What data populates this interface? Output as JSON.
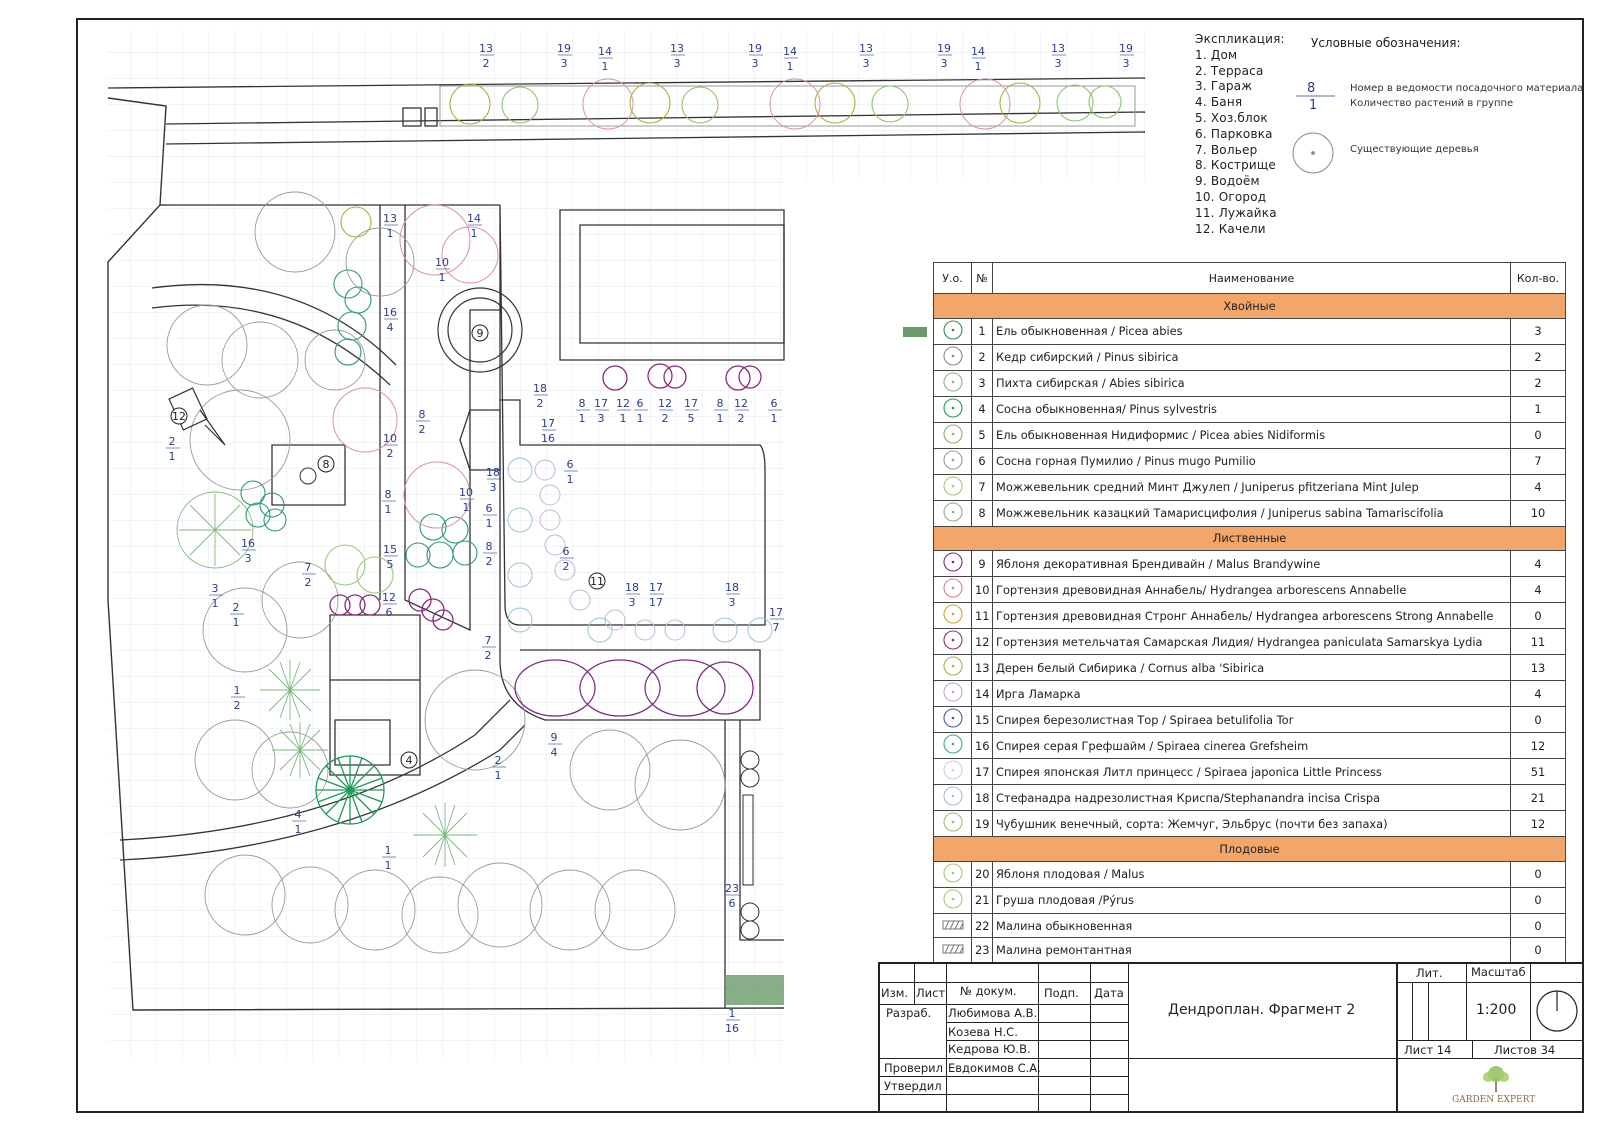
{
  "explication": {
    "title": "Экспликация:",
    "items": [
      "1. Дом",
      "2. Терраса",
      "3. Гараж",
      "4. Баня",
      "5. Хоз.блок",
      "6. Парковка",
      "7. Вольер",
      "8. Кострище",
      "9. Водоём",
      "10. Огород",
      "11. Лужайка",
      "12. Качели"
    ]
  },
  "legend": {
    "title": "Условные обозначения:",
    "sample_top": "8",
    "sample_bottom": "1",
    "label_number": "Номер в ведомости посадочного материала",
    "label_count": "Количество растений в группе",
    "label_existing": "Существующие деревья"
  },
  "table": {
    "headers": [
      "У.о.",
      "№",
      "Наименование",
      "Кол-во."
    ],
    "rows": [
      {
        "section": "Хвойные"
      },
      {
        "num": "1",
        "name": "Ель обыкновенная / Picea abies",
        "qty": "3",
        "icon": "spruce-icon",
        "color": "#2e8b57"
      },
      {
        "num": "2",
        "name": "Кедр сибирский / Pinus sibirica",
        "qty": "2",
        "icon": "cedar-icon",
        "color": "#888888"
      },
      {
        "num": "3",
        "name": "Пихта сибирская / Abies sibirica",
        "qty": "2",
        "icon": "fir-icon",
        "color": "#7fb77e"
      },
      {
        "num": "4",
        "name": "Сосна обыкновенная/ Pinus sylvestris",
        "qty": "1",
        "icon": "pine-icon",
        "color": "#1f9a5a"
      },
      {
        "num": "5",
        "name": "Ель обыкновенная Нидиформис /  Picea abies Nidiformis",
        "qty": "0",
        "icon": "nidiformis-icon",
        "color": "#8fae5a"
      },
      {
        "num": "6",
        "name": "Сосна горная Пумилио / Pinus mugo Pumilio",
        "qty": "7",
        "icon": "mugo-pine-icon",
        "color": "#999999"
      },
      {
        "num": "7",
        "name": "Можжевельник средний Минт Джулеп / Juniperus pfitzeriana Mint Julep",
        "qty": "4",
        "icon": "juniper-icon",
        "color": "#9acb7a"
      },
      {
        "num": "8",
        "name": "Можжевельник казацкий Тамарисцифолия / Juniperus sabina Tamariscifolia",
        "qty": "10",
        "icon": "juniper-sabina-icon",
        "color": "#7fb77e"
      },
      {
        "section": "Лиственные"
      },
      {
        "num": "9",
        "name": "Яблоня декоративная Брендивайн / Malus Brandywine",
        "qty": "4",
        "icon": "apple-deco-icon",
        "color": "#7b2a86"
      },
      {
        "num": "10",
        "name": "Гортензия древовидная Аннабель/ Hydrangea arborescens Annabelle",
        "qty": "4",
        "icon": "hydrangea-icon",
        "color": "#e07a8a"
      },
      {
        "num": "11",
        "name": "Гортензия древовидная Стронг Аннабель/ Hydrangea arborescens Strong Annabelle",
        "qty": "0",
        "icon": "hydrangea-strong-icon",
        "color": "#d4a02a"
      },
      {
        "num": "12",
        "name": "Гортензия метельчатая Самарская Лидия/ Hydrangea paniculata Samarskya Lydia",
        "qty": "11",
        "icon": "hydrangea-paniculata-icon",
        "color": "#8a2a7a"
      },
      {
        "num": "13",
        "name": "Дерен белый Сибирика / Cornus alba 'Sibirica",
        "qty": "13",
        "icon": "cornus-icon",
        "color": "#a7b23a"
      },
      {
        "num": "14",
        "name": "Ирга Ламарка",
        "qty": "4",
        "icon": "amelanchier-icon",
        "color": "#c9a2c9"
      },
      {
        "num": "15",
        "name": "Спирея березолистная Тор / Spiraea betulifolia Tor",
        "qty": "0",
        "icon": "spiraea-tor-icon",
        "color": "#3a5fa8"
      },
      {
        "num": "16",
        "name": "Спирея серая Грефшайм / Spiraea cinerea Grefsheim",
        "qty": "12",
        "icon": "spiraea-grefsheim-icon",
        "color": "#3aa88a"
      },
      {
        "num": "17",
        "name": "Спирея японская Литл принцесс / Spiraea japonica Little Princess",
        "qty": "51",
        "icon": "spiraea-japonica-icon",
        "color": "#d8c8e0"
      },
      {
        "num": "18",
        "name": "Стефанадра надрезолистная Криспа/Stephanandra incisa Crispa",
        "qty": "21",
        "icon": "stephanandra-icon",
        "color": "#9ec3cf"
      },
      {
        "num": "19",
        "name": "Чубушник венечный, сорта: Жемчуг, Эльбрус (почти без запаха)",
        "qty": "12",
        "icon": "philadelphus-icon",
        "color": "#8ec46a"
      },
      {
        "section": "Плодовые"
      },
      {
        "num": "20",
        "name": "Яблоня плодовая / Malus",
        "qty": "0",
        "icon": "apple-icon",
        "color": "#9acb7a"
      },
      {
        "num": "21",
        "name": "Груша плодовая /Pýrus",
        "qty": "0",
        "icon": "pear-icon",
        "color": "#9acb7a"
      },
      {
        "num": "22",
        "name": "Малина обыкновенная",
        "qty": "0",
        "icon": "raspberry-icon",
        "color": "#777777"
      },
      {
        "num": "23",
        "name": "Малина ремонтантная",
        "qty": "0",
        "icon": "raspberry-remontant-icon",
        "color": "#777777"
      }
    ]
  },
  "title_block": {
    "col_izm": "Изм.",
    "col_list": "Лист",
    "col_doc": "№    докум.",
    "col_sign": "Подп.",
    "col_date": "Дата",
    "razrab_label": "Разраб.",
    "proveril_label": "Проверил",
    "utverdil_label": "Утвердил",
    "names": [
      "Любимова А.В.",
      "Козева Н.С.",
      "Кедрова Ю.В.",
      "Евдокимов С.А."
    ],
    "title": "Дендроплан. Фрагмент 2",
    "lit_label": "Лит.",
    "scale_label": "Масштаб",
    "scale": "1:200",
    "sheet": "Лист 14",
    "sheets": "Листов 34",
    "logo_text": "GARDEN EXPERT"
  },
  "plan_labels": [
    {
      "t": "13",
      "b": "2"
    },
    {
      "t": "19",
      "b": "3"
    },
    {
      "t": "14",
      "b": "1"
    },
    {
      "t": "13",
      "b": "3"
    },
    {
      "t": "19",
      "b": "3"
    },
    {
      "t": "14",
      "b": "1"
    },
    {
      "t": "13",
      "b": "3"
    },
    {
      "t": "19",
      "b": "3"
    },
    {
      "t": "14",
      "b": "1"
    },
    {
      "t": "13",
      "b": "3"
    },
    {
      "t": "19",
      "b": "3"
    },
    {
      "t": "13",
      "b": "1"
    },
    {
      "t": "14",
      "b": "1"
    },
    {
      "t": "10",
      "b": "1"
    },
    {
      "t": "16",
      "b": "4"
    },
    {
      "t": "18",
      "b": "2"
    },
    {
      "t": "8",
      "b": "2"
    },
    {
      "t": "10",
      "b": "2"
    },
    {
      "t": "2",
      "b": "1"
    },
    {
      "t": "17",
      "b": "16"
    },
    {
      "t": "8",
      "b": "1"
    },
    {
      "t": "17",
      "b": "3"
    },
    {
      "t": "12",
      "b": "1"
    },
    {
      "t": "6",
      "b": "1"
    },
    {
      "t": "12",
      "b": "2"
    },
    {
      "t": "17",
      "b": "5"
    },
    {
      "t": "8",
      "b": "1"
    },
    {
      "t": "12",
      "b": "2"
    },
    {
      "t": "6",
      "b": "1"
    },
    {
      "t": "18",
      "b": "3"
    },
    {
      "t": "10",
      "b": "1"
    },
    {
      "t": "6",
      "b": "1"
    },
    {
      "t": "8",
      "b": "2"
    },
    {
      "t": "8",
      "b": "1"
    },
    {
      "t": "6",
      "b": "1"
    },
    {
      "t": "6",
      "b": "2"
    },
    {
      "t": "16",
      "b": "3"
    },
    {
      "t": "15",
      "b": "5"
    },
    {
      "t": "7",
      "b": "2"
    },
    {
      "t": "3",
      "b": "1"
    },
    {
      "t": "2",
      "b": "1"
    },
    {
      "t": "12",
      "b": "6"
    },
    {
      "t": "18",
      "b": "3"
    },
    {
      "t": "17",
      "b": "17"
    },
    {
      "t": "18",
      "b": "3"
    },
    {
      "t": "17",
      "b": "7"
    },
    {
      "t": "7",
      "b": "2"
    },
    {
      "t": "1",
      "b": "2"
    },
    {
      "t": "9",
      "b": "4"
    },
    {
      "t": "2",
      "b": "1"
    },
    {
      "t": "4",
      "b": "1"
    },
    {
      "t": "1",
      "b": "1"
    },
    {
      "t": "23",
      "b": "6"
    },
    {
      "t": "1",
      "b": "16"
    }
  ],
  "zone_numbers": [
    "12",
    "8",
    "9",
    "11",
    "4"
  ]
}
